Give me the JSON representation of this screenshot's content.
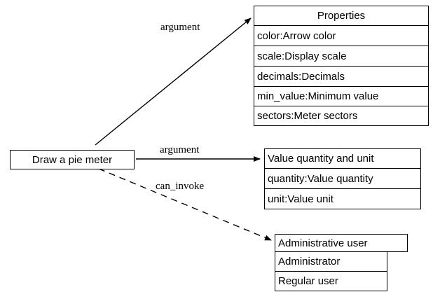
{
  "diagram": {
    "type": "entity-relationship-diagram",
    "background_color": "#ffffff",
    "line_color": "#000000",
    "text_color": "#000000"
  },
  "source_node": {
    "label": "Draw a pie meter"
  },
  "edges": [
    {
      "id": "edge-argument-properties",
      "label": "argument",
      "style": "solid",
      "arrowhead": "normal",
      "from": "Draw a pie meter",
      "to": "Properties"
    },
    {
      "id": "edge-argument-value",
      "label": "argument",
      "style": "solid",
      "arrowhead": "normal",
      "from": "Draw a pie meter",
      "to": "Value quantity and unit"
    },
    {
      "id": "edge-can-invoke-admin",
      "label": "can_invoke",
      "style": "dashed",
      "arrowhead": "normal",
      "from": "Draw a pie meter",
      "to": "Administrative user"
    }
  ],
  "tables": [
    {
      "id": "properties",
      "header": "Properties",
      "header_align": "center",
      "rows": [
        "color:Arrow color",
        "scale:Display scale",
        "decimals:Decimals",
        "min_value:Minimum value",
        "sectors:Meter sectors"
      ]
    },
    {
      "id": "value-quantity-and-unit",
      "header": "Value quantity and unit",
      "header_align": "left",
      "rows": [
        "quantity:Value quantity",
        "unit:Value unit"
      ]
    },
    {
      "id": "administrative-user",
      "header": "Administrative user",
      "header_align": "left",
      "rows": [
        "Administrator",
        "Regular user"
      ]
    }
  ]
}
